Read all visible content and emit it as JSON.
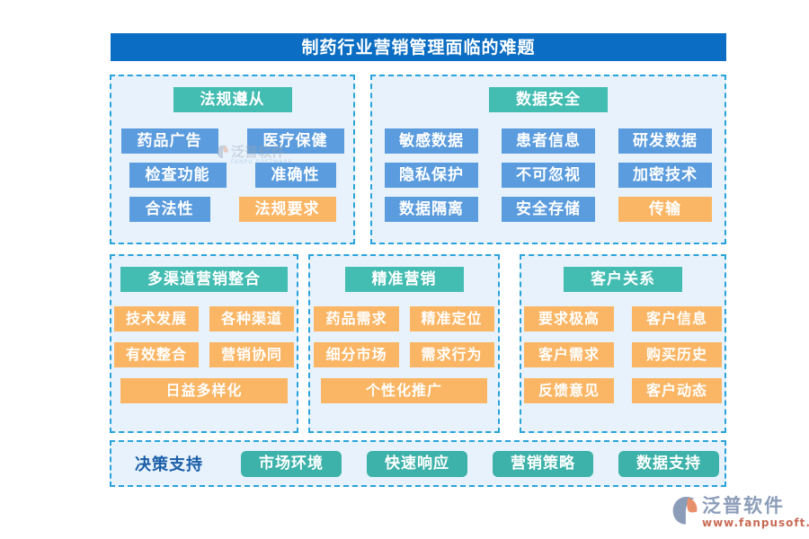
{
  "title": "制药行业营销管理面临的难题",
  "colors": {
    "title_bg": "#0B6DC3",
    "header_teal": "#43BCB2",
    "chip_blue": "#5B9CDE",
    "chip_orange": "#FBB665",
    "panel_bg": "#E7F2FC",
    "panel_border": "#2AA3DB",
    "button_teal": "#3DB2AA",
    "label_blue": "#1A5EA8"
  },
  "sections": [
    {
      "id": "compliance",
      "header": "法规遵从",
      "rows": [
        [
          {
            "text": "药品广告",
            "style": "blue"
          },
          {
            "text": "医疗保健",
            "style": "blue"
          }
        ],
        [
          {
            "text": "检查功能",
            "style": "blue"
          },
          {
            "text": "准确性",
            "style": "blue"
          }
        ],
        [
          {
            "text": "合法性",
            "style": "blue"
          },
          {
            "text": "法规要求",
            "style": "orange"
          }
        ]
      ]
    },
    {
      "id": "data-security",
      "header": "数据安全",
      "rows": [
        [
          {
            "text": "敏感数据",
            "style": "blue"
          },
          {
            "text": "患者信息",
            "style": "blue"
          },
          {
            "text": "研发数据",
            "style": "blue"
          }
        ],
        [
          {
            "text": "隐私保护",
            "style": "blue"
          },
          {
            "text": "不可忽视",
            "style": "blue"
          },
          {
            "text": "加密技术",
            "style": "blue"
          }
        ],
        [
          {
            "text": "数据隔离",
            "style": "blue"
          },
          {
            "text": "安全存储",
            "style": "blue"
          },
          {
            "text": "传输",
            "style": "orange"
          }
        ]
      ]
    },
    {
      "id": "multichannel-marketing",
      "header": "多渠道营销整合",
      "rows": [
        [
          {
            "text": "技术发展",
            "style": "orange"
          },
          {
            "text": "各种渠道",
            "style": "orange"
          }
        ],
        [
          {
            "text": "有效整合",
            "style": "orange"
          },
          {
            "text": "营销协同",
            "style": "orange"
          }
        ],
        [
          {
            "text": "日益多样化",
            "style": "orange",
            "wide": true
          }
        ]
      ]
    },
    {
      "id": "precision-marketing",
      "header": "精准营销",
      "rows": [
        [
          {
            "text": "药品需求",
            "style": "orange"
          },
          {
            "text": "精准定位",
            "style": "orange"
          }
        ],
        [
          {
            "text": "细分市场",
            "style": "orange"
          },
          {
            "text": "需求行为",
            "style": "orange"
          }
        ],
        [
          {
            "text": "个性化推广",
            "style": "orange",
            "wide": true
          }
        ]
      ]
    },
    {
      "id": "customer-relations",
      "header": "客户关系",
      "rows": [
        [
          {
            "text": "要求极高",
            "style": "orange"
          },
          {
            "text": "客户信息",
            "style": "orange"
          }
        ],
        [
          {
            "text": "客户需求",
            "style": "orange"
          },
          {
            "text": "购买历史",
            "style": "orange"
          }
        ],
        [
          {
            "text": "反馈意见",
            "style": "orange"
          },
          {
            "text": "客户动态",
            "style": "orange"
          }
        ]
      ]
    }
  ],
  "decision_bar": {
    "label": "决策支持",
    "buttons": [
      "市场环境",
      "快速响应",
      "营销策略",
      "数据支持"
    ]
  },
  "watermark": {
    "text": "泛普软件",
    "subtext": "FANPU SOFTWARE"
  },
  "footer_logo": {
    "name": "泛普软件",
    "url": "www.fanpusoft.com"
  }
}
